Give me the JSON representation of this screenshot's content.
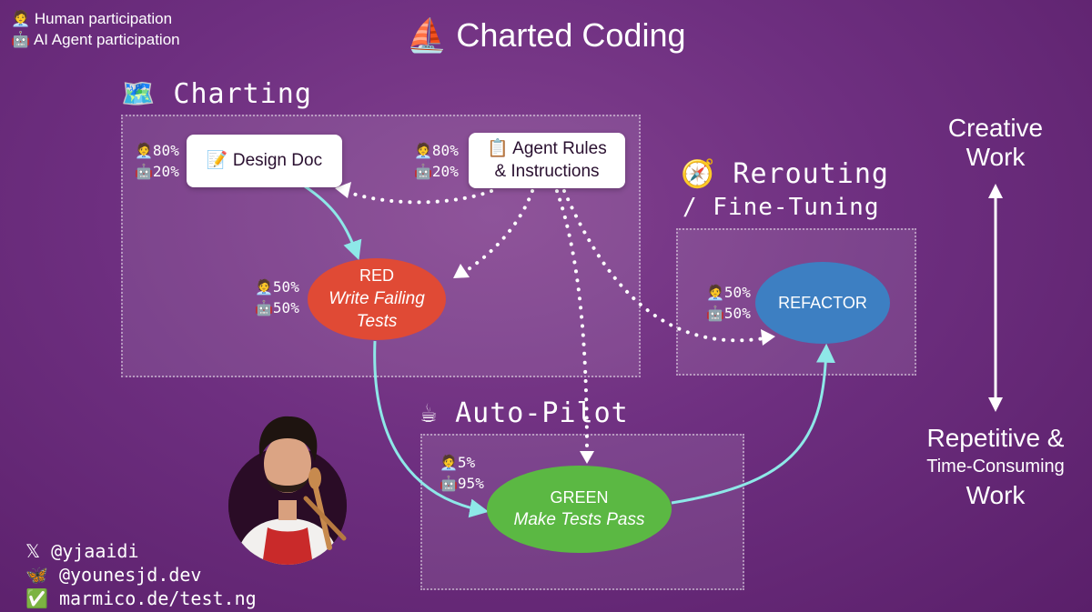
{
  "title": "⛵ Charted Coding",
  "legend": {
    "human": "🧑‍💼 Human participation",
    "agent": "🤖 AI Agent participation"
  },
  "zones": {
    "charting": "🗺️ Charting",
    "rerouting": "🧭 Rerouting",
    "rerouting_sub": "/ Fine-Tuning",
    "autopilot": "☕ Auto-Pilot"
  },
  "nodes": {
    "design_doc": "📝 Design Doc",
    "agent_rules_1": "📋 Agent Rules",
    "agent_rules_2": "& Instructions",
    "red_title": "RED",
    "red_sub_1": "Write Failing",
    "red_sub_2": "Tests",
    "green_title": "GREEN",
    "green_sub": "Make Tests Pass",
    "refactor": "REFACTOR"
  },
  "participation": {
    "design_doc": {
      "human": "🧑‍💼80%",
      "agent": "🤖20%"
    },
    "agent_rules": {
      "human": "🧑‍💼80%",
      "agent": "🤖20%"
    },
    "red": {
      "human": "🧑‍💼50%",
      "agent": "🤖50%"
    },
    "refactor": {
      "human": "🧑‍💼50%",
      "agent": "🤖50%"
    },
    "green": {
      "human": "🧑‍💼5%",
      "agent": "🤖95%"
    }
  },
  "scale": {
    "top_1": "Creative",
    "top_2": "Work",
    "bottom_1": "Repetitive &",
    "bottom_2": "Time-Consuming",
    "bottom_3": "Work"
  },
  "social": {
    "x": "𝕏 @yjaaidi",
    "bsky": "🦋 @younesjd.dev",
    "web": "✅ marmico.de/test.ng"
  },
  "colors": {
    "red": "#e04a35",
    "green": "#5bb843",
    "refactor": "#3d7fc2",
    "arrow": "#8ee8e8"
  }
}
